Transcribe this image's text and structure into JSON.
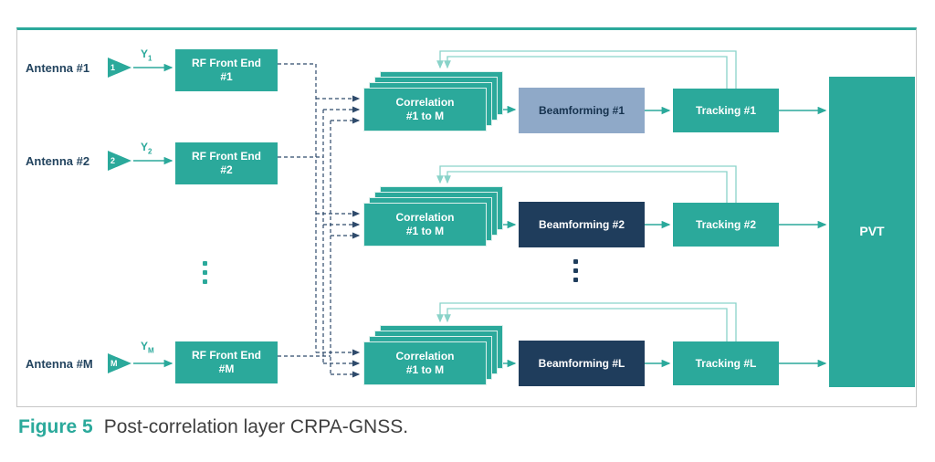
{
  "figure": {
    "caption_label": "Figure 5",
    "caption_text": "Post-correlation layer CRPA-GNSS."
  },
  "colors": {
    "teal": "#2BA99B",
    "light_teal_feedback_line": "#8AD3C9",
    "navy_dashed_line": "#2E4A6B",
    "beamforming_light_bg": "#8FA9C8",
    "beamforming_dark_bg": "#1F3D5C",
    "frame_border": "#C6C6C6",
    "label_text": "#23445F"
  },
  "pvt_label": "PVT",
  "rows": [
    {
      "antenna_label": "Antenna #1",
      "antenna_num": "1",
      "signal": "Y",
      "signal_sub": "1",
      "rf_line1": "RF Front End",
      "rf_line2": "#1",
      "corr_line1": "Correlation",
      "corr_line2": "#1 to M",
      "beamforming": "Beamforming #1",
      "tracking": "Tracking #1"
    },
    {
      "antenna_label": "Antenna #2",
      "antenna_num": "2",
      "signal": "Y",
      "signal_sub": "2",
      "rf_line1": "RF Front End",
      "rf_line2": "#2",
      "corr_line1": "Correlation",
      "corr_line2": "#1 to M",
      "beamforming": "Beamforming #2",
      "tracking": "Tracking #2"
    },
    {
      "antenna_label": "Antenna #M",
      "antenna_num": "M",
      "signal": "Y",
      "signal_sub": "M",
      "rf_line1": "RF Front End",
      "rf_line2": "#M",
      "corr_line1": "Correlation",
      "corr_line2": "#1 to M",
      "beamforming": "Beamforming #L",
      "tracking": "Tracking #L"
    }
  ]
}
